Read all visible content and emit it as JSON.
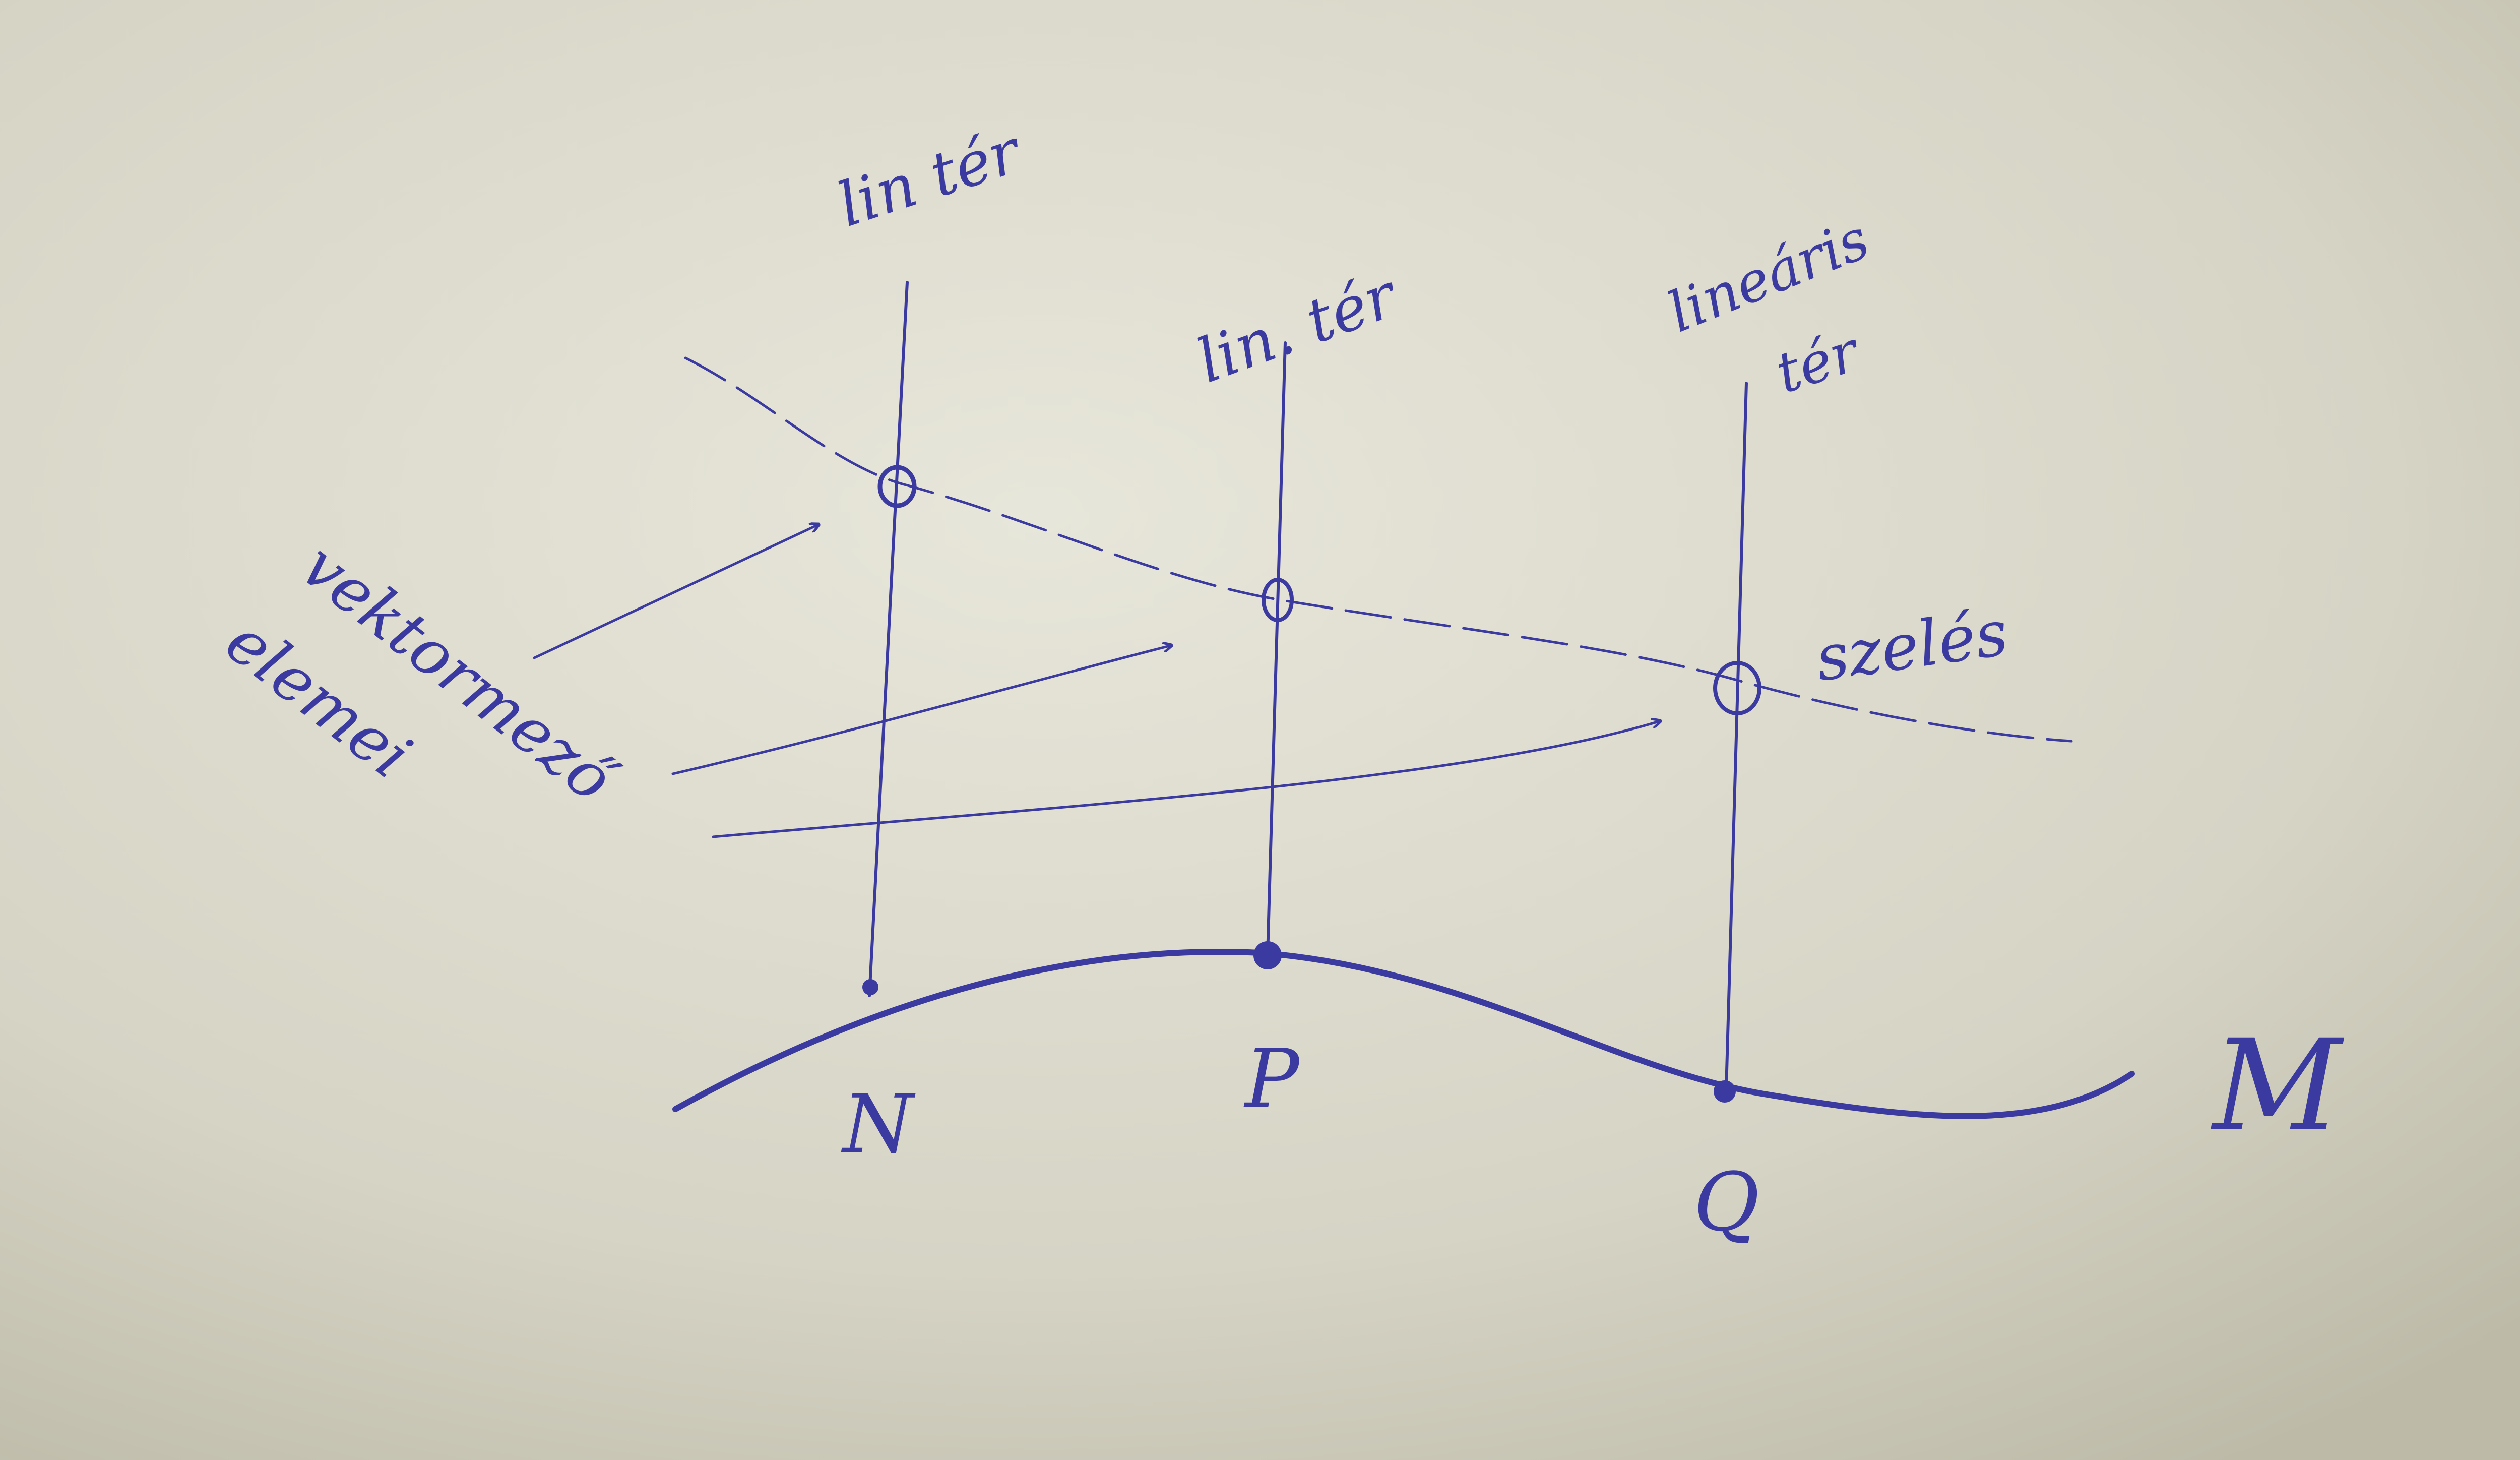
{
  "diagram": {
    "colors": {
      "paper": "#d8d6c8",
      "ink": "#3b3aa0"
    },
    "base_manifold": {
      "label": "M"
    },
    "points": [
      {
        "id": "N",
        "label": "N",
        "fiber_label": "lin tér"
      },
      {
        "id": "P",
        "label": "P",
        "fiber_label": "lin. tér"
      },
      {
        "id": "Q",
        "label": "Q",
        "fiber_label_line1": "lineáris",
        "fiber_label_line2": "tér"
      }
    ],
    "section": {
      "label": "szelés"
    },
    "vector_space_elements": {
      "label_line1": "vektormező",
      "label_line2": "elemei"
    }
  }
}
